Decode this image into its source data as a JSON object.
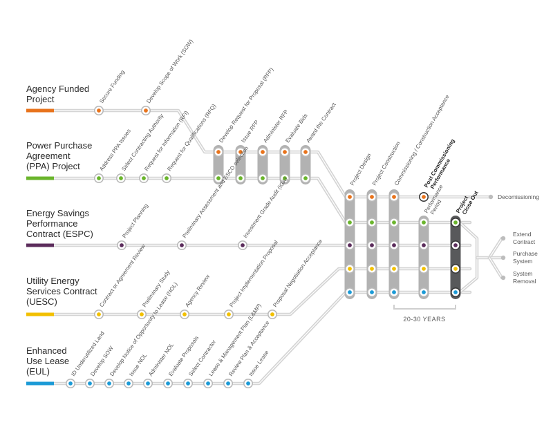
{
  "colors": {
    "agency": "#e8731c",
    "ppa": "#6ab52c",
    "espc": "#5c2d5c",
    "uesc": "#f2c000",
    "eul": "#1b9ad6",
    "pill": "#b2b2b2",
    "pill_dark": "#58595b",
    "track": "#d4d4d4"
  },
  "projects": [
    {
      "key": "agency",
      "title_lines": [
        "Agency Funded",
        "Project"
      ],
      "color": "#e8731c",
      "stops": [
        "Secure Funding",
        "Develop Scope of Work (SOW)"
      ]
    },
    {
      "key": "ppa",
      "title_lines": [
        "Power Purchase",
        "Agreement",
        "(PPA) Project"
      ],
      "color": "#6ab52c",
      "stops": [
        "Address PPA Issues",
        "Select Contracting Authority",
        "Request for Information (RFI)",
        "Request for Qualifications (RFQ)"
      ]
    },
    {
      "key": "espc",
      "title_lines": [
        "Energy Savings",
        "Performance",
        "Contract (ESPC)"
      ],
      "color": "#5c2d5c",
      "stops": [
        "Project Planning",
        "Preliminary Assessment and ESCO selection",
        "Investment Grade Audit (IGA)"
      ]
    },
    {
      "key": "uesc",
      "title_lines": [
        "Utility Energy",
        "Services Contract",
        "(UESC)"
      ],
      "color": "#f2c000",
      "stops": [
        "Contract or Agreement Review",
        "Preliminary Study",
        "Agency Review",
        "Project Implementation Proposal",
        "Proposal Negotiation Acceptance"
      ]
    },
    {
      "key": "eul",
      "title_lines": [
        "Enhanced",
        "Use Lease",
        "(EUL)"
      ],
      "color": "#1b9ad6",
      "stops": [
        "ID Underutilized Land",
        "Develop SOW",
        "Develop Notice of Opportunity to Lease (NOL)",
        "Issue NOL",
        "Administer NOL",
        "Evaluate Proposals",
        "Select Contractor",
        "Lease & Management Plan (L&MP)",
        "Review Plan & Acceptance",
        "Issue Lease"
      ]
    }
  ],
  "procurement_phases": [
    "Develop Request for Proposal (RFP)",
    "Issue RFP",
    "Administer RFP",
    "Evaluate Bids",
    "Award the Contract"
  ],
  "implementation_phases": [
    "Project Design",
    "Project Construction",
    "Commissioning / Construction Acceptance"
  ],
  "post_commissioning": "Post Commissioning Performance",
  "performance_period": "Performance Period",
  "project_close_out": "Project Close Out",
  "decommissioning": "Decomissioning",
  "end_options": [
    [
      "Extend",
      "Contract"
    ],
    [
      "Purchase",
      "System"
    ],
    [
      "System",
      "Removal"
    ]
  ],
  "years": "20-30 YEARS"
}
